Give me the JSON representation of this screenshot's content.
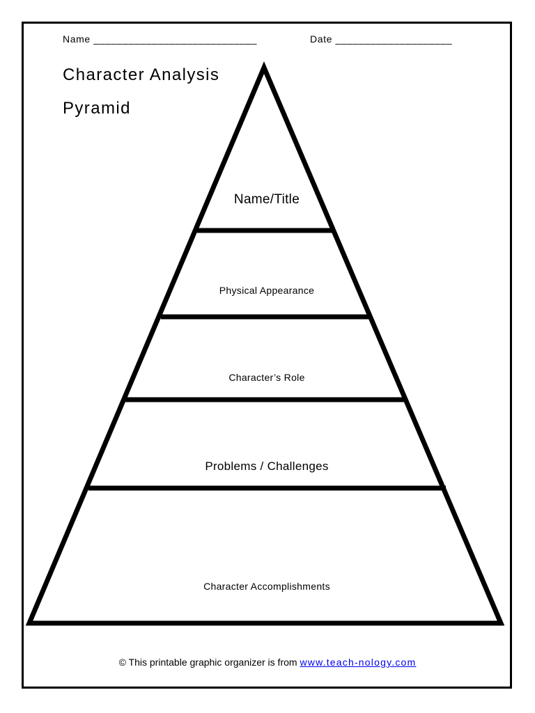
{
  "header": {
    "name_label": "Name ____________________________",
    "date_label": "Date ____________________"
  },
  "title": {
    "line1": "Character Analysis",
    "line2": "Pyramid"
  },
  "pyramid": {
    "tiers": [
      {
        "label": "Name/Title"
      },
      {
        "label": "Physical Appearance"
      },
      {
        "label": "Character’s Role"
      },
      {
        "label": "Problems / Challenges"
      },
      {
        "label": "Character Accomplishments"
      }
    ]
  },
  "footer": {
    "text": "© This printable graphic organizer is from ",
    "link": "www.teach-nology.com"
  },
  "colors": {
    "ink": "#000000",
    "link": "#0000ee",
    "paper": "#ffffff"
  }
}
